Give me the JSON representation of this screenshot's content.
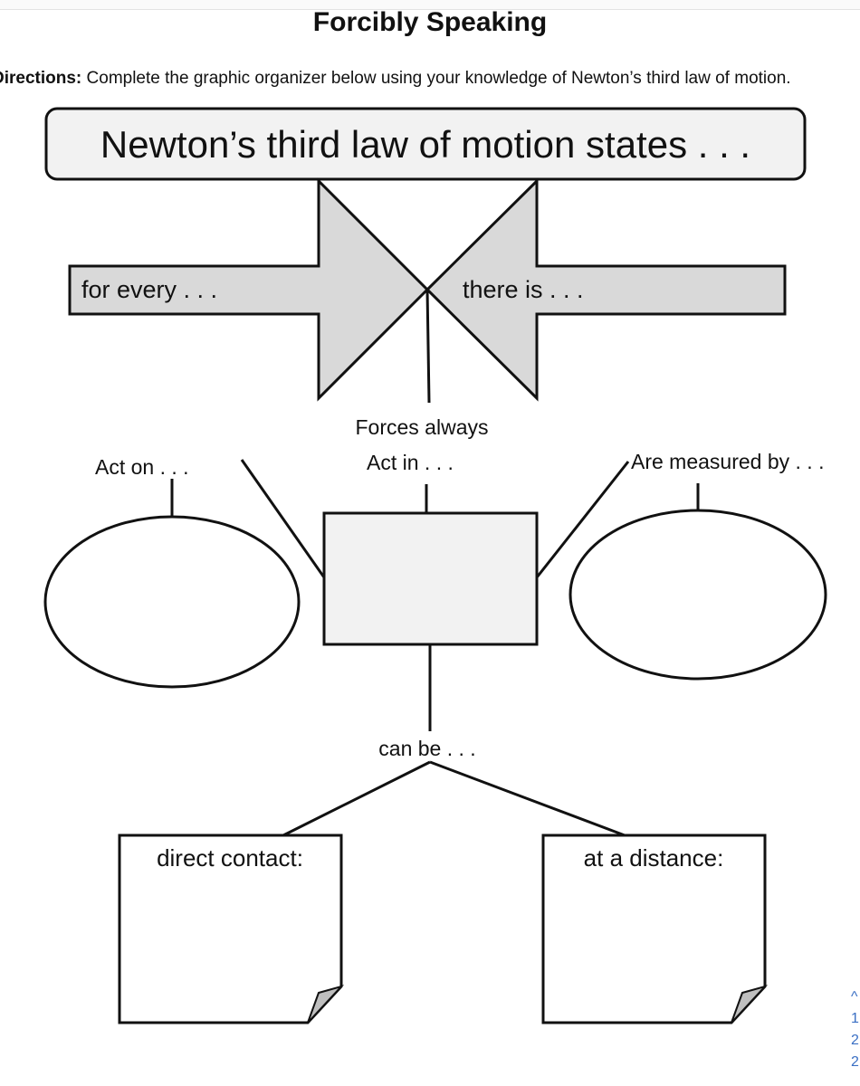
{
  "title": "Forcibly Speaking",
  "directions": {
    "label": "Directions:",
    "text": " Complete the graphic organizer below using your knowledge of Newton’s third law of motion."
  },
  "heading_box": "Newton’s third law of motion states . . .",
  "arrows": {
    "left": "for every . . .",
    "right": "there is . . ."
  },
  "center_label": "Forces always",
  "branches": {
    "left": "Act on . . .",
    "middle": "Act in . . .",
    "right": "Are measured by . . ."
  },
  "can_be_label": "can be . . .",
  "notes": {
    "left": "direct contact:",
    "right": "at a distance:"
  },
  "side_marks": [
    "^",
    "1",
    "2",
    "2"
  ]
}
